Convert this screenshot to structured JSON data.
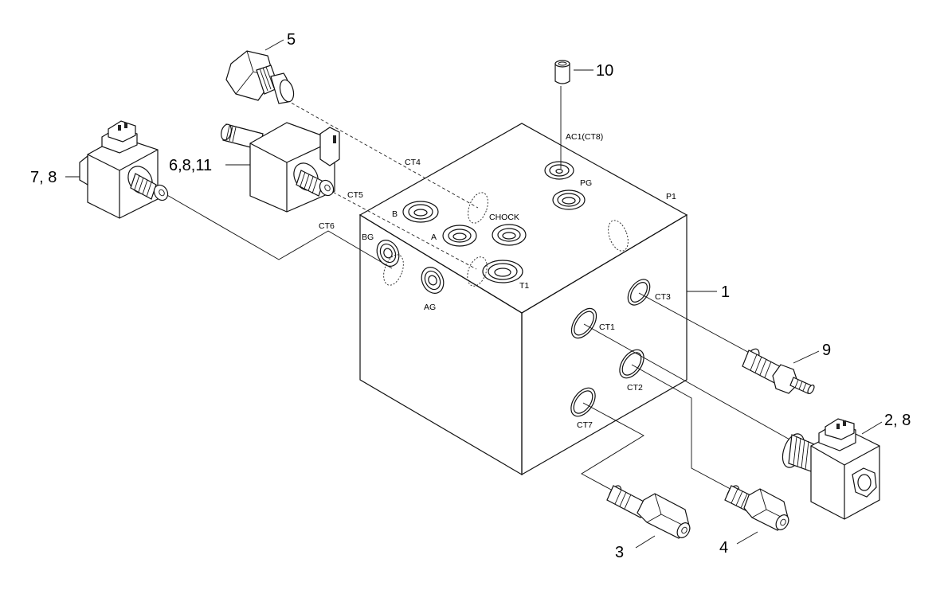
{
  "callouts": {
    "c1": "1",
    "c2": "2, 8",
    "c3": "3",
    "c4": "4",
    "c5": "5",
    "c6": "6,8,11",
    "c7": "7, 8",
    "c9": "9",
    "c10": "10"
  },
  "ports": {
    "ac1": "AC1(CT8)",
    "pg": "PG",
    "p1": "P1",
    "ct4": "CT4",
    "ct5": "CT5",
    "ct6": "CT6",
    "b": "B",
    "a": "A",
    "chock": "CHOCK",
    "bg": "BG",
    "ag": "AG",
    "t1": "T1",
    "ct3": "CT3",
    "ct1": "CT1",
    "ct2": "CT2",
    "ct7": "CT7"
  }
}
